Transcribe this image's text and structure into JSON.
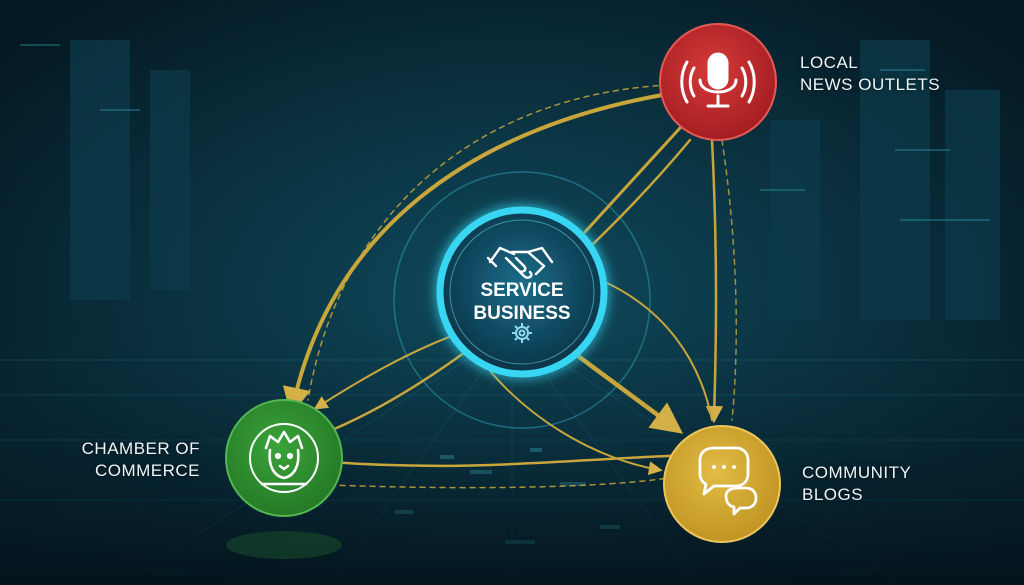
{
  "colors": {
    "background": "#06202c",
    "hub_ring": "#37d6f2",
    "link_gold": "#c9a63c",
    "news": "#c0282b",
    "chamber": "#2e8b2f",
    "blogs": "#d3a92e"
  },
  "hub": {
    "line1": "SERVICE",
    "line2": "BUSINESS",
    "icons": [
      "handshake-icon",
      "gear-icon"
    ]
  },
  "nodes": {
    "news": {
      "line1": "LOCAL",
      "line2": "NEWS OUTLETS",
      "icon": "microphone-icon"
    },
    "chamber": {
      "line1": "CHAMBER OF",
      "line2": "COMMERCE",
      "icon": "lion-crest-icon"
    },
    "blogs": {
      "line1": "COMMUNITY",
      "line2": "BLOGS",
      "icon": "chat-bubbles-icon"
    }
  }
}
